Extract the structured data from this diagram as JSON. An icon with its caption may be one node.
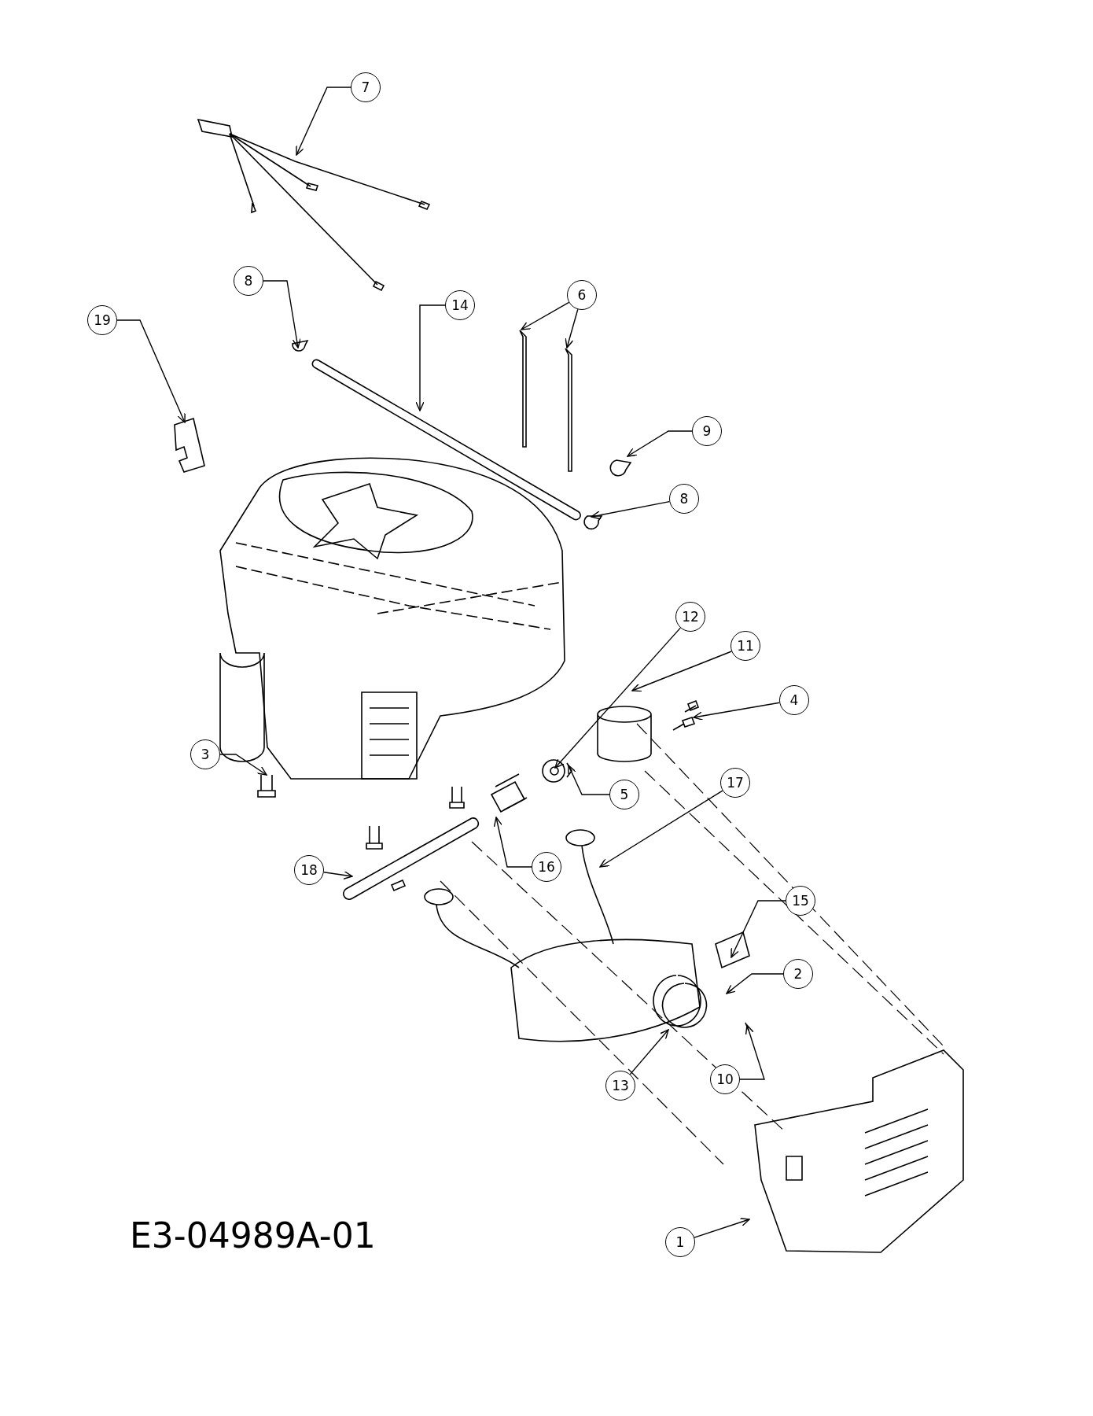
{
  "diagram": {
    "nodes": [
      {
        "text": [
          "7"
        ]
      },
      {
        "text": [
          "8"
        ]
      },
      {
        "text": [
          "6"
        ]
      },
      {
        "text": [
          "14"
        ]
      },
      {
        "text": [
          "19"
        ]
      },
      {
        "text": [
          "9"
        ]
      },
      {
        "text": [
          "8"
        ]
      },
      {
        "text": [
          "12"
        ]
      },
      {
        "text": [
          "11"
        ]
      },
      {
        "text": [
          "4"
        ]
      },
      {
        "text": [
          "3"
        ]
      },
      {
        "text": [
          "17"
        ]
      },
      {
        "text": [
          "5"
        ]
      },
      {
        "text": [
          "16"
        ]
      },
      {
        "text": [
          "18"
        ]
      },
      {
        "text": [
          "15"
        ]
      },
      {
        "text": [
          "2"
        ]
      },
      {
        "text": [
          "10"
        ]
      },
      {
        "text": [
          "13"
        ]
      },
      {
        "text": [
          "1"
        ]
      }
    ],
    "edges": [
      {
        "from": 0,
        "to": null,
        "arrow": "to"
      },
      {
        "from": 1,
        "to": null,
        "arrow": "to"
      },
      {
        "from": 2,
        "to": null,
        "arrow": "to"
      },
      {
        "from": 2,
        "to": null,
        "arrow": "to"
      },
      {
        "from": 3,
        "to": null,
        "arrow": "to"
      },
      {
        "from": 4,
        "to": null,
        "arrow": "to"
      },
      {
        "from": 5,
        "to": null,
        "arrow": "to"
      },
      {
        "from": 6,
        "to": null,
        "arrow": "to"
      },
      {
        "from": 7,
        "to": null,
        "arrow": "to"
      },
      {
        "from": 8,
        "to": null,
        "arrow": "to"
      },
      {
        "from": 9,
        "to": null,
        "arrow": "to"
      },
      {
        "from": 10,
        "to": null,
        "arrow": "to"
      },
      {
        "from": 11,
        "to": null,
        "arrow": "to"
      },
      {
        "from": 12,
        "to": null,
        "arrow": "to"
      },
      {
        "from": 13,
        "to": null,
        "arrow": "to"
      },
      {
        "from": 14,
        "to": null,
        "arrow": "to"
      },
      {
        "from": 15,
        "to": null,
        "arrow": "to"
      },
      {
        "from": 16,
        "to": null,
        "arrow": "to"
      },
      {
        "from": 17,
        "to": null,
        "arrow": "to"
      },
      {
        "from": 18,
        "to": null,
        "arrow": "to"
      },
      {
        "from": 19,
        "to": null,
        "arrow": "to"
      }
    ],
    "labels": [
      "E3-04989A-01"
    ]
  }
}
